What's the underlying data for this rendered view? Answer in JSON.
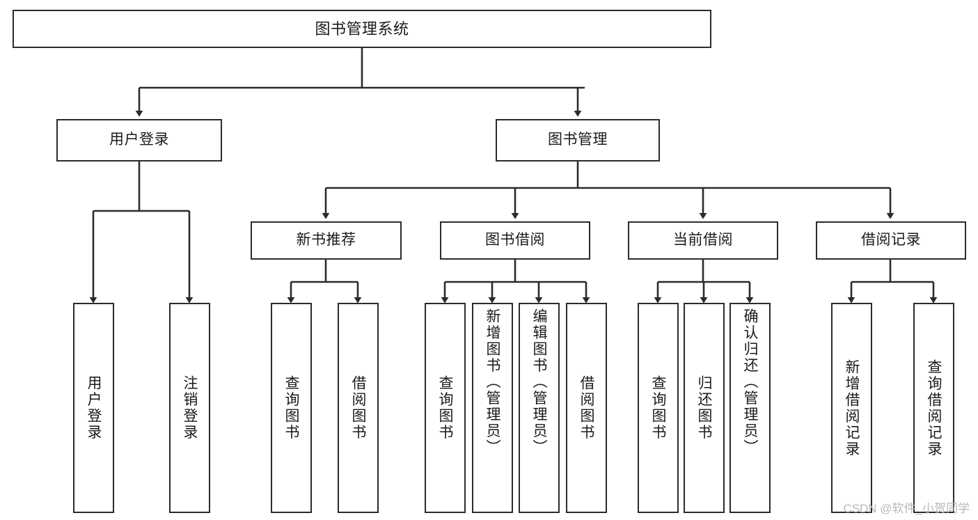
{
  "diagram": {
    "title": "图书管理系统",
    "type": "functional-structure-tree",
    "background_color": "#ffffff",
    "line_color": "#2b2b2b",
    "text_color": "#1a1a1a",
    "watermark": "CSDN @软件_小贺同学",
    "levels": {
      "root": [
        "图书管理系统"
      ],
      "level2": [
        "用户登录",
        "图书管理"
      ],
      "level3": [
        "新书推荐",
        "图书借阅",
        "当前借阅",
        "借阅记录"
      ],
      "level4": [
        "用户登录",
        "注销登录",
        "查询图书",
        "借阅图书",
        "查询图书",
        "新增图书（管理员）",
        "编辑图书（管理员）",
        "借阅图书",
        "查询图书",
        "归还图书",
        "确认归还（管理员）",
        "新增借阅记录",
        "查询借阅记录"
      ]
    },
    "nodes": {
      "root": {
        "label": "图书管理系统"
      },
      "user_login": {
        "label": "用户登录"
      },
      "book_mgmt": {
        "label": "图书管理"
      },
      "new_book_rec": {
        "label": "新书推荐"
      },
      "book_borrow": {
        "label": "图书借阅"
      },
      "current_borrow": {
        "label": "当前借阅"
      },
      "borrow_record": {
        "label": "借阅记录"
      },
      "leaf_user_login": {
        "label": "用户登录"
      },
      "leaf_logout": {
        "label": "注销登录"
      },
      "leaf_query_book_a": {
        "label": "查询图书"
      },
      "leaf_borrow_book_a": {
        "label": "借阅图书"
      },
      "leaf_query_book_b": {
        "label": "查询图书"
      },
      "leaf_add_book": {
        "label": "新增图书（管理员）"
      },
      "leaf_edit_book": {
        "label": "编辑图书（管理员）"
      },
      "leaf_borrow_book_b": {
        "label": "借阅图书"
      },
      "leaf_query_book_c": {
        "label": "查询图书"
      },
      "leaf_return_book": {
        "label": "归还图书"
      },
      "leaf_confirm_return": {
        "label": "确认归还（管理员）"
      },
      "leaf_add_record": {
        "label": "新增借阅记录"
      },
      "leaf_query_record": {
        "label": "查询借阅记录"
      }
    }
  }
}
